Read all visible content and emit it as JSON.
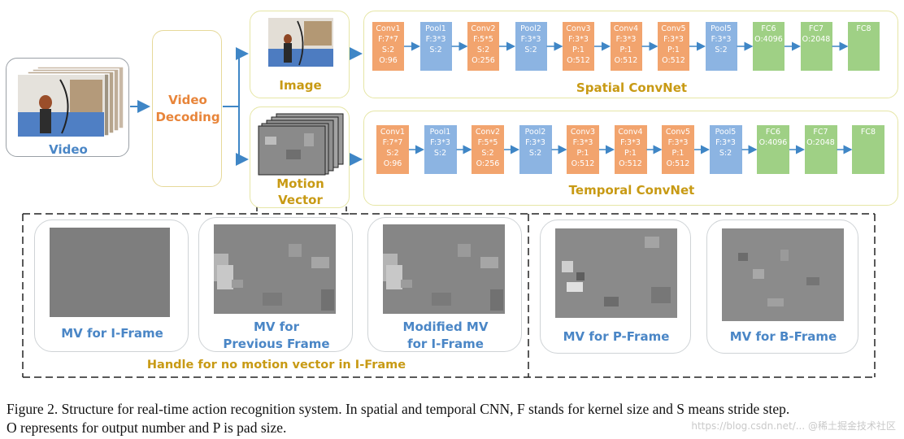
{
  "input": {
    "video_label": "Video",
    "decoding_label": "Video Decoding"
  },
  "branches": {
    "image_label": "Image",
    "motion_label": "Motion Vector"
  },
  "spatial": {
    "title": "Spatial ConvNet",
    "layers": [
      {
        "name": "Conv1",
        "lines": [
          "F:7*7",
          "S:2",
          "O:96"
        ],
        "kind": "conv"
      },
      {
        "name": "Pool1",
        "lines": [
          "F:3*3",
          "S:2"
        ],
        "kind": "pool"
      },
      {
        "name": "Conv2",
        "lines": [
          "F:5*5",
          "S:2",
          "O:256"
        ],
        "kind": "conv"
      },
      {
        "name": "Pool2",
        "lines": [
          "F:3*3",
          "S:2"
        ],
        "kind": "pool"
      },
      {
        "name": "Conv3",
        "lines": [
          "F:3*3",
          "P:1",
          "O:512"
        ],
        "kind": "conv"
      },
      {
        "name": "Conv4",
        "lines": [
          "F:3*3",
          "P:1",
          "O:512"
        ],
        "kind": "conv"
      },
      {
        "name": "Conv5",
        "lines": [
          "F:3*3",
          "P:1",
          "O:512"
        ],
        "kind": "conv"
      },
      {
        "name": "Pool5",
        "lines": [
          "F:3*3",
          "S:2"
        ],
        "kind": "pool"
      },
      {
        "name": "FC6",
        "lines": [
          "O:4096"
        ],
        "kind": "fc"
      },
      {
        "name": "FC7",
        "lines": [
          "O:2048"
        ],
        "kind": "fc"
      },
      {
        "name": "FC8",
        "lines": [],
        "kind": "fc"
      }
    ]
  },
  "temporal": {
    "title": "Temporal ConvNet",
    "layers": [
      {
        "name": "Conv1",
        "lines": [
          "F:7*7",
          "S:2",
          "O:96"
        ],
        "kind": "conv"
      },
      {
        "name": "Pool1",
        "lines": [
          "F:3*3",
          "S:2"
        ],
        "kind": "pool"
      },
      {
        "name": "Conv2",
        "lines": [
          "F:5*5",
          "S:2",
          "O:256"
        ],
        "kind": "conv"
      },
      {
        "name": "Pool2",
        "lines": [
          "F:3*3",
          "S:2"
        ],
        "kind": "pool"
      },
      {
        "name": "Conv3",
        "lines": [
          "F:3*3",
          "P:1",
          "O:512"
        ],
        "kind": "conv"
      },
      {
        "name": "Conv4",
        "lines": [
          "F:3*3",
          "P:1",
          "O:512"
        ],
        "kind": "conv"
      },
      {
        "name": "Conv5",
        "lines": [
          "F:3*3",
          "P:1",
          "O:512"
        ],
        "kind": "conv"
      },
      {
        "name": "Pool5",
        "lines": [
          "F:3*3",
          "S:2"
        ],
        "kind": "pool"
      },
      {
        "name": "FC6",
        "lines": [
          "O:4096"
        ],
        "kind": "fc"
      },
      {
        "name": "FC7",
        "lines": [
          "O:2048"
        ],
        "kind": "fc"
      },
      {
        "name": "FC8",
        "lines": [],
        "kind": "fc"
      }
    ]
  },
  "panels": {
    "iframe": "MV for I-Frame",
    "previous": "MV for Previous Frame",
    "modified": "Modified MV for I-Frame",
    "pframe": "MV for P-Frame",
    "bframe": "MV for B-Frame",
    "handle_label": "Handle for no motion vector in I-Frame"
  },
  "caption": {
    "line1": "Figure 2. Structure for real-time action recognition system. In spatial and temporal CNN, F stands for kernel size and S means stride step.",
    "line2": "O represents for output number and P is pad size."
  },
  "watermark": "https://blog.csdn.net/... @稀土掘金技术社区",
  "colors": {
    "conv": "#f2a46e",
    "pool": "#8cb4e2",
    "fc": "#9fd085",
    "blue_text": "#4a86c6",
    "gold_text": "#c89a14",
    "orange_text": "#e8853a"
  }
}
